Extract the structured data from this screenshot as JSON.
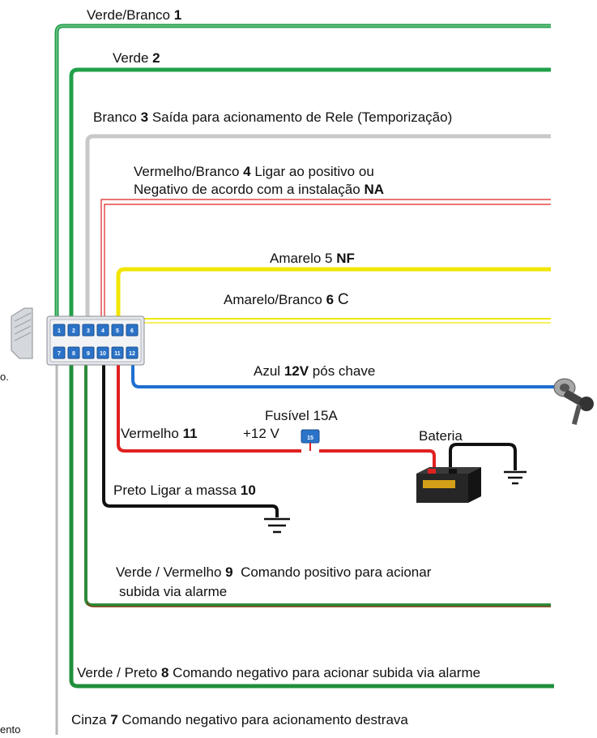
{
  "wires": {
    "w1": {
      "name": "Verde/Branco",
      "number": "1"
    },
    "w2": {
      "name": "Verde",
      "number": "2"
    },
    "w3": {
      "name": "Branco",
      "number": "3",
      "desc": "Saída para acionamento de Rele (Temporização)"
    },
    "w4": {
      "name": "Vermelho/Branco",
      "number": "4",
      "desc_line1": "Ligar ao positivo ou",
      "desc_line2": "Negativo de acordo com a instalação",
      "tag": "NA"
    },
    "w5": {
      "name": "Amarelo 5",
      "tag": "NF"
    },
    "w6": {
      "name": "Amarelo/Branco",
      "number": "6",
      "tag": "C"
    },
    "w12": {
      "name": "Azul",
      "tag": "12V",
      "desc": "pós chave"
    },
    "w11": {
      "name": "Vermelho",
      "number": "11"
    },
    "w10": {
      "name": "Preto Ligar a massa",
      "number": "10"
    },
    "w9": {
      "name": "Verde / Vermelho",
      "number": "9",
      "desc_line1": "Comando positivo para acionar",
      "desc_line2": "subida via alarme"
    },
    "w8": {
      "name": "Verde / Preto",
      "number": "8",
      "desc": "Comando negativo para acionar  subida via alarme"
    },
    "w7": {
      "name": "Cinza",
      "number": "7",
      "desc": "Comando negativo para acionamento destrava"
    }
  },
  "fuse": {
    "label": "Fusível 15A",
    "voltage": "+12 V",
    "badge": "15"
  },
  "battery": {
    "label": "Bateria"
  },
  "connector": {
    "top_pins": [
      "1",
      "2",
      "3",
      "4",
      "5",
      "6"
    ],
    "bottom_pins": [
      "7",
      "8",
      "9",
      "10",
      "11",
      "12"
    ]
  },
  "cut_text": {
    "left_mid": "o.",
    "left_bottom": "ento"
  },
  "colors": {
    "green": "#22a04a",
    "gray": "#c8c8c8",
    "red": "#e02020",
    "yellow": "#f2e600",
    "blue": "#1e6fd0",
    "black": "#111111",
    "pin": "#2b73c8"
  }
}
